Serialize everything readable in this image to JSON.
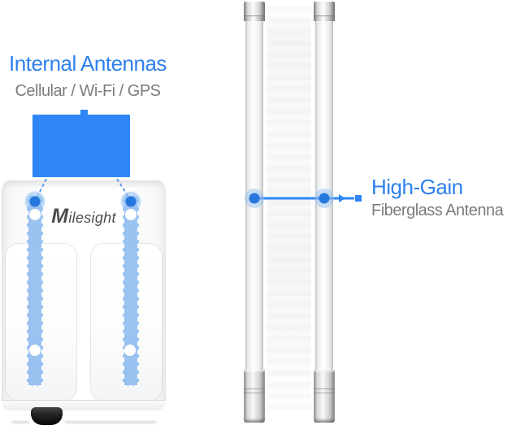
{
  "left_callout": {
    "title": "Internal Antennas",
    "subtitle": "Cellular / Wi-Fi / GPS"
  },
  "device": {
    "brand": "Milesight"
  },
  "right_callout": {
    "title": "High-Gain",
    "subtitle": "Fiberglass Antenna"
  },
  "colors": {
    "accent_blue": "#2E80ED",
    "highlight_fill": "#2F86F4",
    "subtitle_gray": "#7B7C7E",
    "antenna_strip_blue": "#8FBCEC",
    "marker_dot_blue": "#2678DD",
    "device_body": "#FFFFFF"
  }
}
